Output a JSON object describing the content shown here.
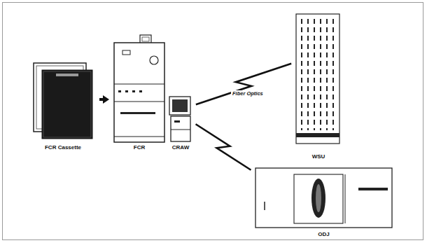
{
  "diagram": {
    "nodes": [
      {
        "text": [
          "FCR Cassette"
        ]
      },
      {
        "text": [
          "FCR"
        ]
      },
      {
        "text": [
          "CRAW"
        ]
      },
      {
        "text": [
          "WSU"
        ]
      },
      {
        "text": [
          "ODJ"
        ]
      }
    ],
    "edges": [
      {
        "from": 0,
        "to": 1,
        "arrow": "to"
      },
      {
        "from": 2,
        "to": 3,
        "label": "Fiber Optics",
        "arrow": "none"
      },
      {
        "from": 2,
        "to": 4,
        "arrow": "none"
      }
    ]
  }
}
